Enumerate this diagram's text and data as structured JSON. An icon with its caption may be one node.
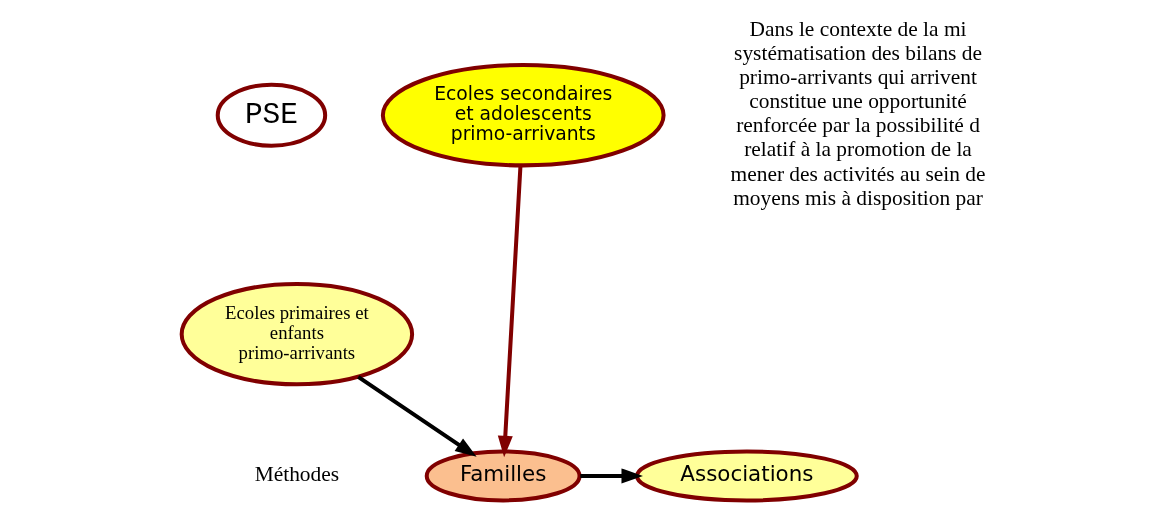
{
  "diagram": {
    "nodes": [
      {
        "text": [
          "PSE"
        ]
      },
      {
        "text": [
          "Ecoles secondaires et adolescents primo-arrivants"
        ]
      },
      {
        "text": [
          "Ecoles primaires et enfants primo-arrivants"
        ]
      },
      {
        "text": [
          "Familles"
        ]
      },
      {
        "text": [
          "Associations"
        ]
      }
    ],
    "edges": [
      {
        "from": 1,
        "to": 3,
        "arrow": "to",
        "color": "#800000"
      },
      {
        "from": 2,
        "to": 3,
        "arrow": "to"
      },
      {
        "from": 3,
        "to": 4,
        "arrow": "to"
      }
    ],
    "labels": [
      "Méthodes",
      "Dans le contexte de la mi systématisation des bilans de primo-arrivants qui arrivent constitue une opportunité renforcée par la possibilité d relatif à la promotion de la mener des activités au sein de moyens mis à disposition par"
    ]
  }
}
